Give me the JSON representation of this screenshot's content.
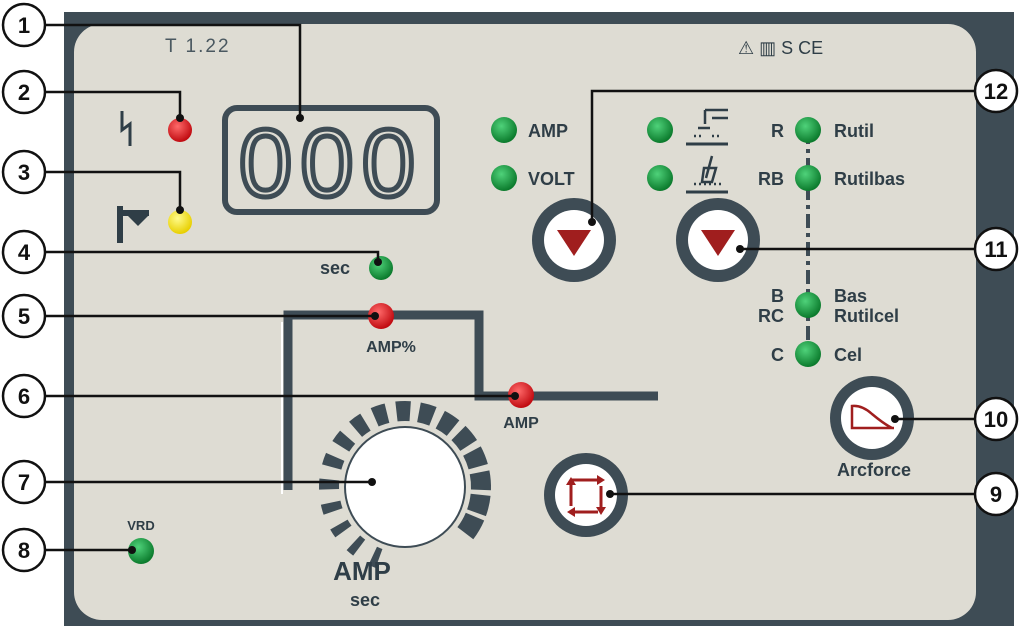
{
  "panel": {
    "model": "T 1.22",
    "cert_marks": "⚠ ▥ S CE",
    "display_digits": "000"
  },
  "callouts": [
    "1",
    "2",
    "3",
    "4",
    "5",
    "6",
    "7",
    "8",
    "9",
    "10",
    "11",
    "12"
  ],
  "labels": {
    "amp": "AMP",
    "volt": "VOLT",
    "sec": "sec",
    "amp_percent": "AMP%",
    "amp_small": "AMP",
    "vrd": "VRD",
    "knob_amp": "AMP",
    "knob_sec": "sec",
    "arcforce": "Arcforce"
  },
  "electrodes": [
    {
      "code": "R",
      "name": "Rutil"
    },
    {
      "code": "RB",
      "name": "Rutilbas"
    },
    {
      "code": "B",
      "name": "Bas"
    },
    {
      "code": "RC",
      "name": "Rutilcel"
    },
    {
      "code": "C",
      "name": "Cel"
    }
  ],
  "colors": {
    "panel_bg": "#dedcd3",
    "frame": "#3e4c55",
    "led_red": "#e0161b",
    "led_yellow": "#f4e600",
    "led_green": "#0f9a3a",
    "button_arrow": "#a01e1e"
  },
  "icons": [
    "power-flash-icon",
    "torch-icon",
    "tig-torch-icon",
    "stick-electrode-icon",
    "arcforce-curve-icon",
    "cycle-arrows-icon"
  ]
}
